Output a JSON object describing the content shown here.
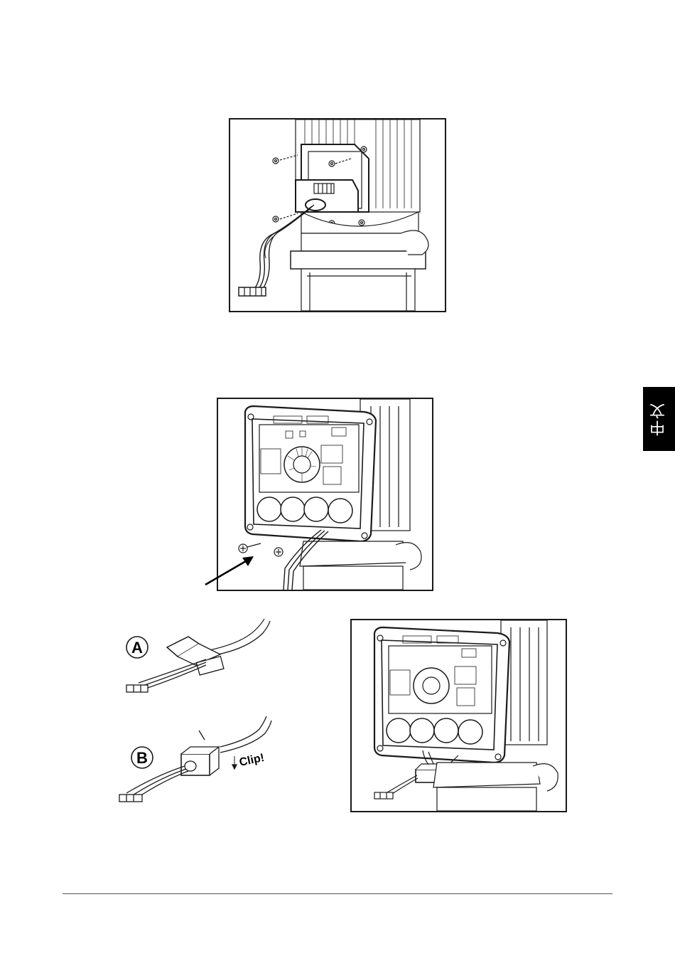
{
  "language_tab": {
    "label": "中文"
  },
  "figures": {
    "detail_a": {
      "label": "A"
    },
    "detail_b": {
      "label": "B",
      "callout": "Clip!"
    }
  },
  "colors": {
    "ink": "#1a1a1a",
    "tab_background": "#000000",
    "tab_text": "#ffffff"
  }
}
